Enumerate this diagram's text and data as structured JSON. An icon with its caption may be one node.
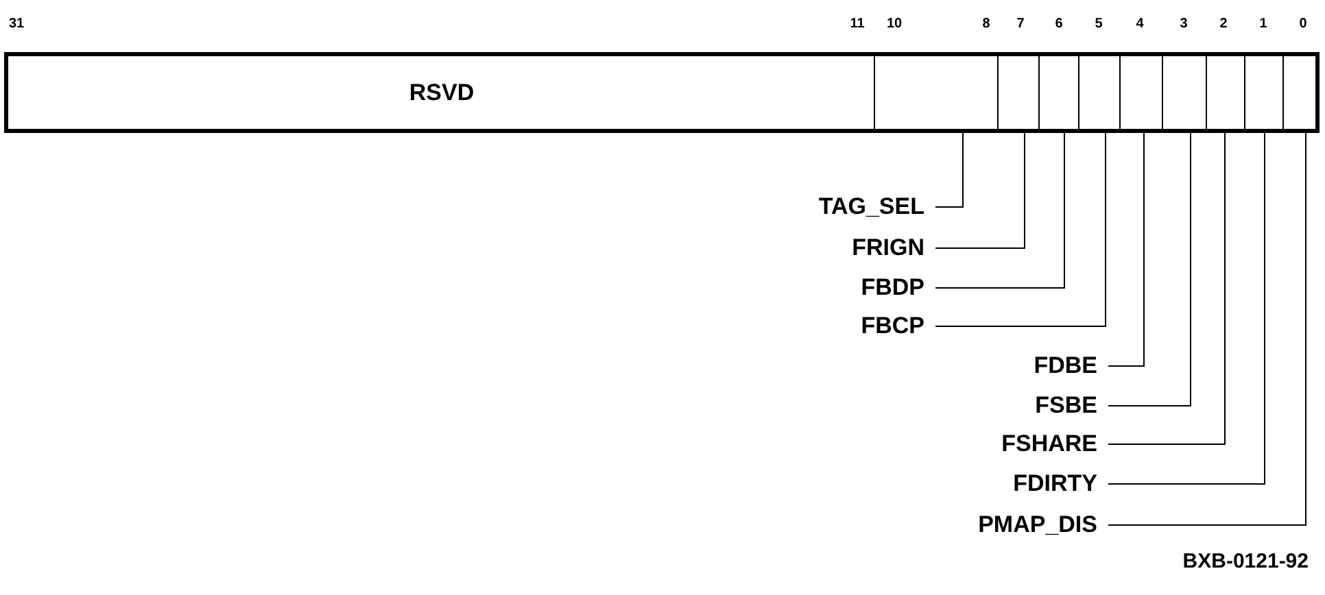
{
  "diagram": {
    "nodes": [
      {
        "text": [
          "RSVD"
        ]
      },
      {
        "text": [],
        "shape": "box"
      },
      {
        "text": [],
        "shape": "box"
      },
      {
        "text": [],
        "shape": "box"
      },
      {
        "text": [],
        "shape": "box"
      },
      {
        "text": [],
        "shape": "box"
      },
      {
        "text": [],
        "shape": "box"
      },
      {
        "text": [],
        "shape": "box"
      },
      {
        "text": [],
        "shape": "box"
      },
      {
        "text": [],
        "shape": "box"
      },
      {
        "text": [
          "TAG_SEL"
        ]
      },
      {
        "text": [
          "FRIGN"
        ]
      },
      {
        "text": [
          "FBDP"
        ]
      },
      {
        "text": [
          "FBCP"
        ]
      },
      {
        "text": [
          "FDBE"
        ]
      },
      {
        "text": [
          "FSBE"
        ]
      },
      {
        "text": [
          "FSHARE"
        ]
      },
      {
        "text": [
          "FDIRTY"
        ]
      },
      {
        "text": [
          "PMAP_DIS"
        ]
      }
    ],
    "edges": [
      {
        "from": 10,
        "to": 1,
        "arrow": "none"
      },
      {
        "from": 11,
        "to": 2,
        "arrow": "none"
      },
      {
        "from": 12,
        "to": 3,
        "arrow": "none"
      },
      {
        "from": 13,
        "to": 4,
        "arrow": "none"
      },
      {
        "from": 14,
        "to": 5,
        "arrow": "none"
      },
      {
        "from": 15,
        "to": 6,
        "arrow": "none"
      },
      {
        "from": 16,
        "to": 7,
        "arrow": "none"
      },
      {
        "from": 17,
        "to": 8,
        "arrow": "none"
      },
      {
        "from": 18,
        "to": 9,
        "arrow": "none"
      }
    ],
    "labels": [
      "31",
      "11",
      "10",
      "8",
      "7",
      "6",
      "5",
      "4",
      "3",
      "2",
      "1",
      "0",
      "BXB-0121-92"
    ]
  }
}
